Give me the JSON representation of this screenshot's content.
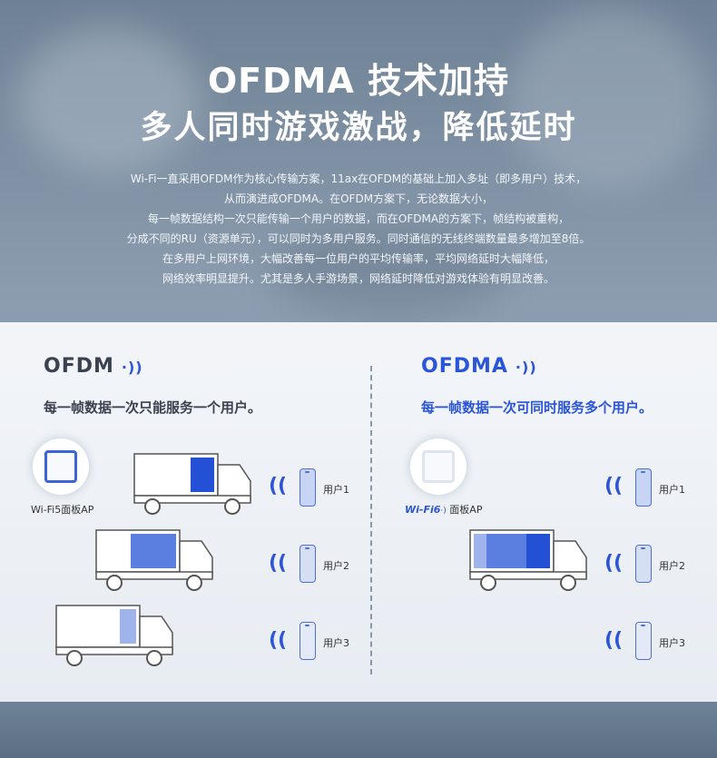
{
  "hero": {
    "title_line1": "OFDMA 技术加持",
    "title_line2": "多人同时游戏激战，降低延时",
    "description": [
      "Wi-Fi一直采用OFDM作为核心传输方案，11ax在OFDM的基础上加入多址（即多用户）技术，",
      "从而演进成OFDMA。在OFDM方案下，无论数据大小，",
      "每一帧数据结构一次只能传输一个用户的数据，而在OFDMA的方案下，帧结构被重构，",
      "分成不同的RU（资源单元），可以同时为多用户服务。同时通信的无线终端数量最多增加至8倍。",
      "在多用户上网环境，大幅改善每一位用户的平均传输率，平均网络延时大幅降低，",
      "网络效率明显提升。尤其是多人手游场景，网络延时降低对游戏体验有明显改善。"
    ]
  },
  "left": {
    "title": "OFDM",
    "subtitle": "每一帧数据一次只能服务一个用户。",
    "ap_label": "Wi-Fi5面板AP",
    "users": [
      "用户1",
      "用户2",
      "用户3"
    ]
  },
  "right": {
    "title": "OFDMA",
    "subtitle": "每一帧数据一次可同时服务多个用户。",
    "ap_brand": "Wi-Fi6",
    "ap_label": "面板AP",
    "users": [
      "用户1",
      "用户2",
      "用户3"
    ]
  },
  "icons": {
    "signal": "signal-waves-icon",
    "phone": "smartphone-icon",
    "truck": "truck-icon",
    "ap": "panel-ap-icon"
  },
  "colors": {
    "ofdm_title": "#3a4250",
    "ofdma_title": "#2a55d8",
    "cargo_dark": "#2450d6",
    "cargo_mid": "#5a7fe0",
    "cargo_light": "#9fb4ea"
  }
}
